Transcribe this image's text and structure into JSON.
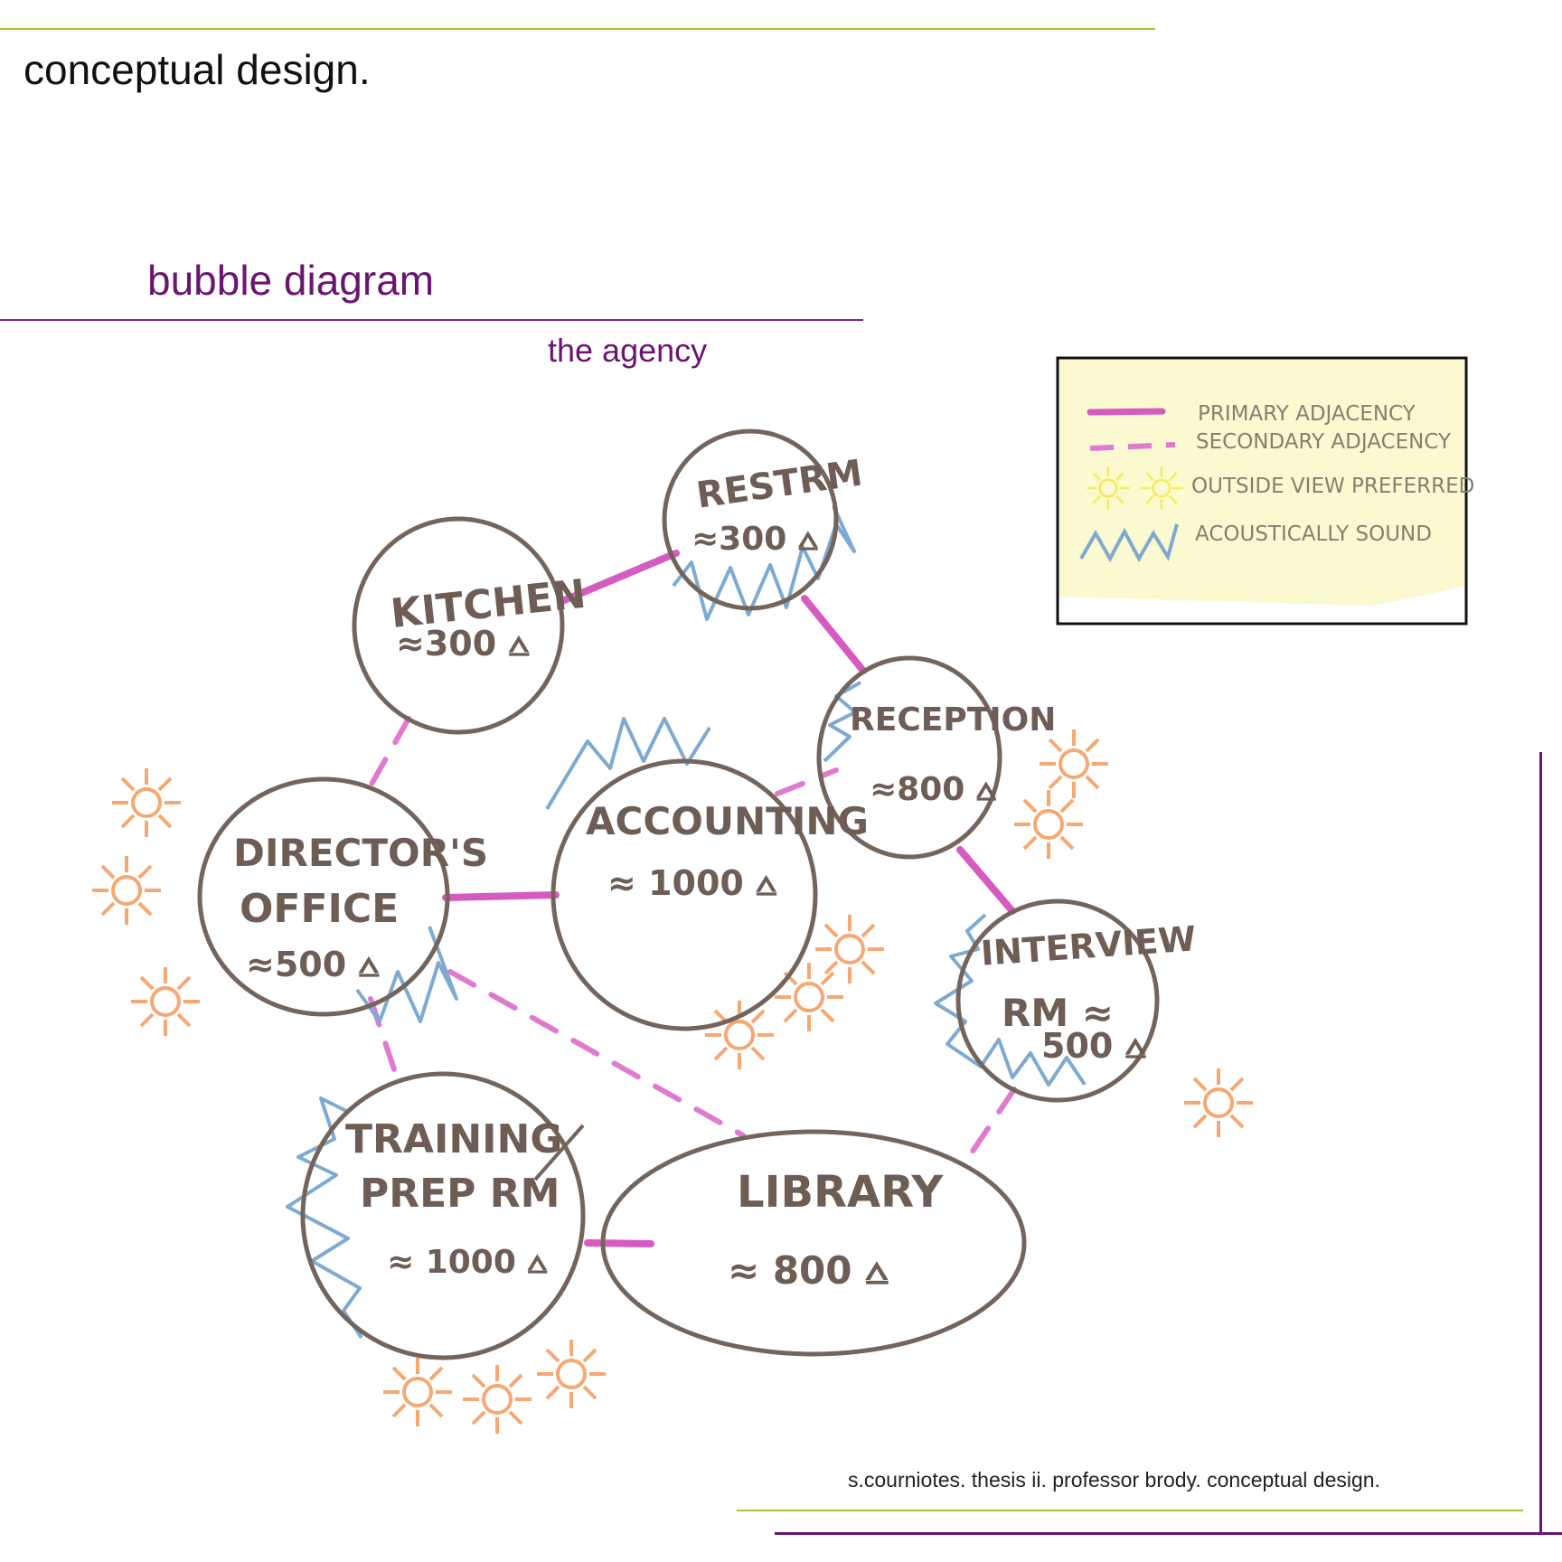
{
  "header": {
    "title": "conceptual design.",
    "accent_color": "#a4c23a"
  },
  "section": {
    "title": "bubble diagram",
    "subtitle": "the agency",
    "color": "#6a1570"
  },
  "diagram": {
    "rooms": [
      {
        "id": "restrm",
        "name": "RESTRM",
        "area": "≈300 ⩟"
      },
      {
        "id": "kitchen",
        "name": "KITCHEN",
        "area": "≈300 ⩟"
      },
      {
        "id": "reception",
        "name": "RECEPTION",
        "area": "≈800 ⩟"
      },
      {
        "id": "accounting",
        "name": "ACCOUNTING",
        "area": "≈ 1000 ⩟"
      },
      {
        "id": "directors",
        "name": "DIRECTOR'S",
        "name2": "OFFICE",
        "area": "≈500 ⩟"
      },
      {
        "id": "interview",
        "name": "INTERVIEW",
        "name2": "RM ≈",
        "area": "500 ⩟"
      },
      {
        "id": "training",
        "name": "TRAINING",
        "name2": "PREP RM",
        "area": "≈ 1000 ⩟"
      },
      {
        "id": "library",
        "name": "LIBRARY",
        "area": "≈ 800 ⩟"
      }
    ],
    "adjacencies": [
      {
        "from": "kitchen",
        "to": "restrm",
        "type": "primary"
      },
      {
        "from": "restrm",
        "to": "reception",
        "type": "primary"
      },
      {
        "from": "reception",
        "to": "interview",
        "type": "primary"
      },
      {
        "from": "directors",
        "to": "accounting",
        "type": "primary"
      },
      {
        "from": "training",
        "to": "library",
        "type": "primary"
      },
      {
        "from": "kitchen",
        "to": "directors",
        "type": "secondary"
      },
      {
        "from": "accounting",
        "to": "reception",
        "type": "secondary"
      },
      {
        "from": "directors",
        "to": "library",
        "type": "secondary"
      },
      {
        "from": "directors",
        "to": "training",
        "type": "secondary"
      },
      {
        "from": "interview",
        "to": "library",
        "type": "secondary"
      }
    ],
    "outside_view_rooms": [
      "directors",
      "accounting",
      "reception",
      "interview",
      "training"
    ],
    "acoustic_rooms": [
      "restrm",
      "accounting",
      "reception",
      "directors",
      "interview",
      "training"
    ],
    "colors": {
      "outline": "#74655c",
      "primary": "#d65bc0",
      "secondary": "#e07ad0",
      "sun": "#f5a872",
      "acoustic": "#7eaad0"
    }
  },
  "legend": {
    "items": [
      {
        "symbol": "solid-line",
        "label": "PRIMARY ADJACENCY"
      },
      {
        "symbol": "dashed-line",
        "label": "SECONDARY ADJACENCY"
      },
      {
        "symbol": "sun-icons",
        "label": "OUTSIDE VIEW PREFERRED"
      },
      {
        "symbol": "zigzag",
        "label": "ACOUSTICALLY SOUND"
      }
    ],
    "note_color": "#fbf9cf",
    "sun_color": "#f5ec5a"
  },
  "footer": {
    "credit": "s.courniotes. thesis ii. professor brody. conceptual design."
  }
}
